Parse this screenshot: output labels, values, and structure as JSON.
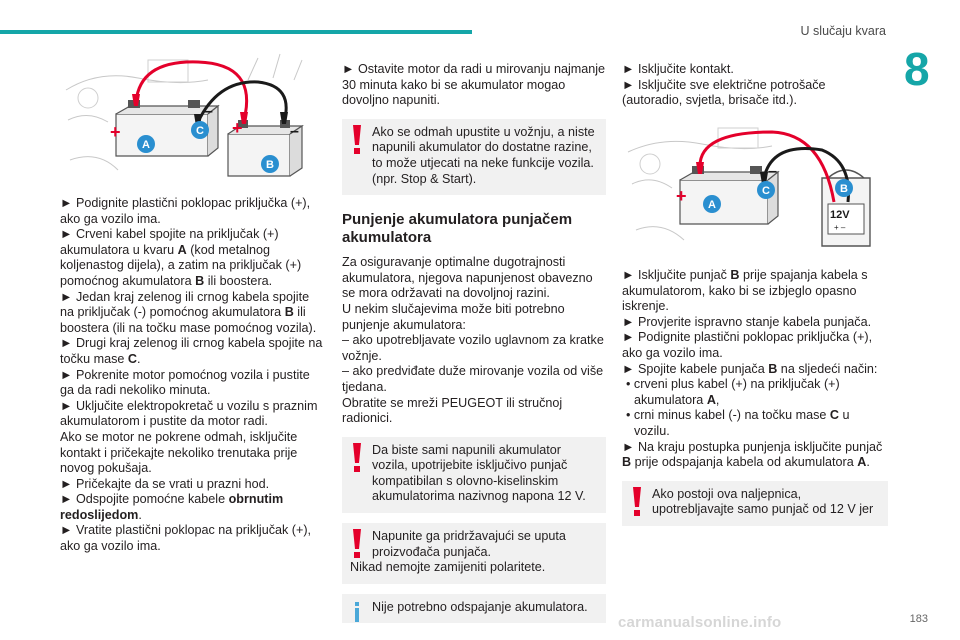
{
  "header": {
    "title": "U slučaju kvara",
    "chapter": "8",
    "page": "183"
  },
  "watermark": "carmanualsonline.info",
  "figure1": {
    "label_a": "A",
    "label_b": "B",
    "label_c": "C",
    "plus": "+",
    "minus": "–"
  },
  "figure2": {
    "label_a": "A",
    "label_b": "B",
    "label_c": "C",
    "plus": "+",
    "minus": "–",
    "charger_label": "12V",
    "charger_terminals": "+  –"
  },
  "col1": {
    "p1": "► Podignite plastični poklopac priključka (+), ako ga vozilo ima.",
    "p2a": "► Crveni kabel spojite na priključak (+) akumulatora u kvaru ",
    "p2b": "A",
    "p2c": " (kod metalnog koljenastog dijela), a zatim na priključak (+) pomoćnog akumulatora ",
    "p2d": "B",
    "p2e": " ili boostera.",
    "p3a": "► Jedan kraj zelenog ili crnog kabela spojite na priključak (-) pomoćnog akumulatora ",
    "p3b": "B",
    "p3c": " ili boostera (ili na točku mase pomoćnog vozila).",
    "p4a": "► Drugi kraj zelenog ili crnog kabela spojite na točku mase ",
    "p4b": "C",
    "p4c": ".",
    "p5": "► Pokrenite motor pomoćnog vozila i pustite ga da radi nekoliko minuta.",
    "p6": "► Uključite elektropokretač u vozilu s praznim akumulatorom i pustite da motor radi.",
    "p7": "Ako se motor ne pokrene odmah, isključite kontakt i pričekajte nekoliko trenutaka prije novog pokušaja.",
    "p8": "► Pričekajte da se vrati u prazni hod.",
    "p9a": "► Odspojite pomoćne kabele ",
    "p9b": "obrnutim redoslijedom",
    "p9c": ".",
    "p10": "► Vratite plastični poklopac na priključak (+), ako ga vozilo ima."
  },
  "col2": {
    "p1": "► Ostavite motor da radi u mirovanju najmanje 30 minuta kako bi se akumulator mogao dovoljno napuniti.",
    "warn1": "Ako se odmah upustite u vožnju, a niste napunili akumulator do dostatne razine, to može utjecati na neke funkcije vozila. (npr. Stop & Start).",
    "section_title": "Punjenje akumulatora punjačem akumulatora",
    "p2": "Za osiguravanje optimalne dugotrajnosti akumulatora, njegova napunjenost obavezno se mora održavati na dovoljnoj razini.",
    "p3": "U nekim slučajevima može biti potrebno punjenje akumulatora:",
    "p4": "– ako upotrebljavate vozilo uglavnom za kratke vožnje.",
    "p5": "– ako predviđate duže mirovanje vozila od više tjedana.",
    "p6": "Obratite se mreži PEUGEOT ili stručnoj radionici.",
    "warn2": "Da biste sami napunili akumulator vozila, upotrijebite isključivo punjač kompatibilan s olovno-kiselinskim akumulatorima nazivnog napona 12 V.",
    "warn3a": "Napunite ga pridržavajući se uputa proizvođača punjača.",
    "warn3b": "Nikad nemojte zamijeniti polaritete.",
    "info1": "Nije potrebno odspajanje akumulatora."
  },
  "col3": {
    "p1": "► Isključite kontakt.",
    "p2": "► Isključite sve električne potrošače (autoradio, svjetla, brisače itd.).",
    "p3a": "► Isključite punjač ",
    "p3b": "B",
    "p3c": " prije spajanja kabela s akumulatorom, kako bi se izbjeglo opasno iskrenje.",
    "p4": "► Provjerite ispravno stanje kabela punjača.",
    "p5": "► Podignite plastični poklopac priključka (+), ako ga vozilo ima.",
    "p6a": "► Spojite kabele punjača ",
    "p6b": "B",
    "p6c": " na sljedeći način:",
    "p7a": "• crveni plus kabel (+) na priključak (+) akumulatora ",
    "p7b": "A",
    "p7c": ",",
    "p8a": "• crni minus kabel (-) na točku mase ",
    "p8b": "C",
    "p8c": " u vozilu.",
    "p9a": "► Na kraju postupka punjenja isključite punjač ",
    "p9b": "B",
    "p9c": " prije odspajanja kabela od akumulatora ",
    "p9d": "A",
    "p9e": ".",
    "warn4": "Ako postoji ova naljepnica, upotrebljavajte samo punjač od 12 V jer"
  },
  "colors": {
    "accent": "#15a6a8",
    "warning": "#e4002b",
    "info": "#4aa8d8",
    "label_blue": "#2a8fd0",
    "cable_red": "#e4002b"
  }
}
